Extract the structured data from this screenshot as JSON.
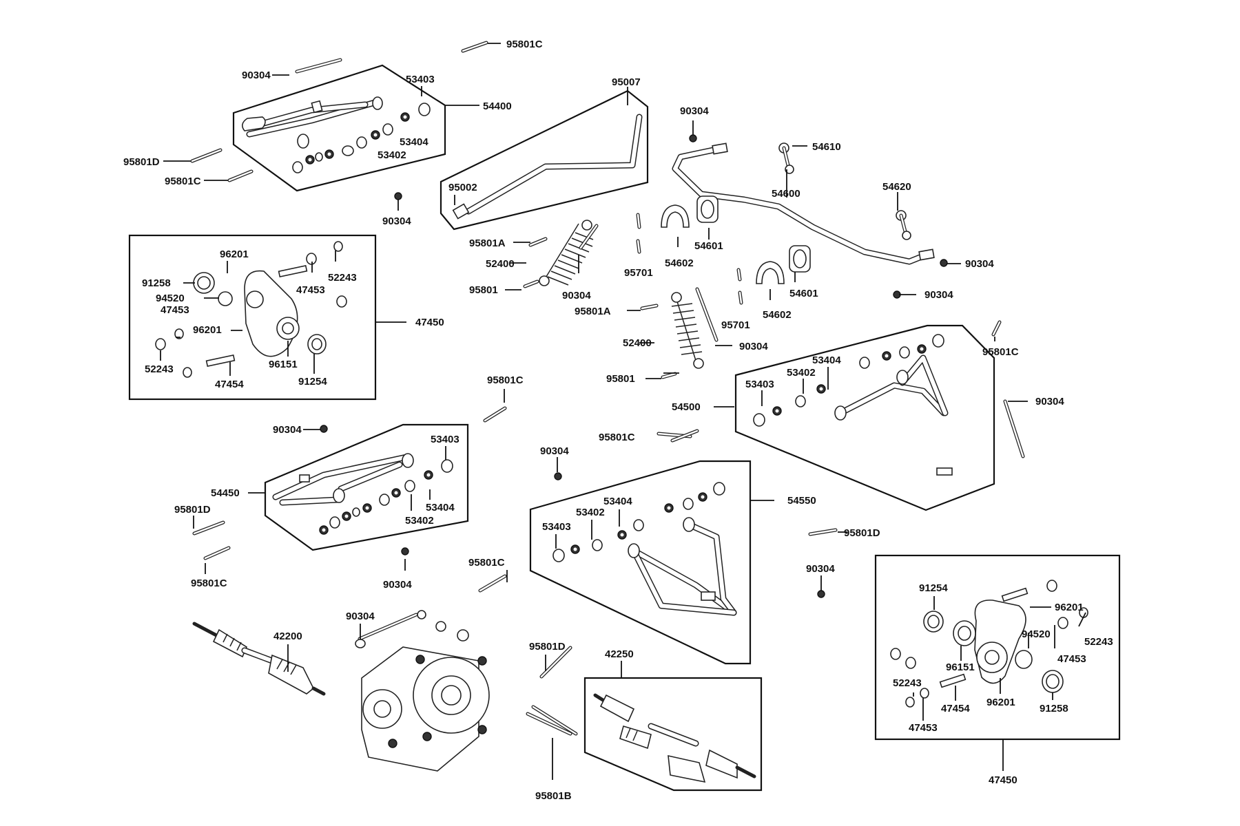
{
  "labels": {
    "l_95801c_top": "95801C",
    "l_90304_tl": "90304",
    "l_53403_ua": "53403",
    "l_54400": "54400",
    "l_53404_ua": "53404",
    "l_53402_ua": "53402",
    "l_95801d_tl": "95801D",
    "l_95801c_tl": "95801C",
    "l_90304_ul": "90304",
    "l_95007": "95007",
    "l_95002": "95002",
    "l_90304_sb": "90304",
    "l_54610": "54610",
    "l_54600": "54600",
    "l_54620": "54620",
    "l_54601_a": "54601",
    "l_54602_a": "54602",
    "l_95701_a": "95701",
    "l_90304_sbr": "90304",
    "l_90304_r2": "90304",
    "l_54601_b": "54601",
    "l_54602_b": "54602",
    "l_95701_b": "95701",
    "l_95801a_1": "95801A",
    "l_52400_1": "52400",
    "l_95801_1": "95801",
    "l_90304_shk1": "90304",
    "l_95801a_2": "95801A",
    "l_52400_2": "52400",
    "l_90304_shk2": "90304",
    "l_95801_2": "95801",
    "l_96201_l1": "96201",
    "l_91258_l": "91258",
    "l_52243_l1": "52243",
    "l_47453_l1": "47453",
    "l_94520_l": "94520",
    "l_47453_l2": "47453",
    "l_96201_l2": "96201",
    "l_47450_l": "47450",
    "l_52243_l2": "52243",
    "l_47454_l": "47454",
    "l_96151_l": "96151",
    "l_91254_l": "91254",
    "l_95801c_r": "95801C",
    "l_54500": "54500",
    "l_53404_r": "53404",
    "l_53402_r": "53402",
    "l_53403_r": "53403",
    "l_90304_r3": "90304",
    "l_95801c_mid": "95801C",
    "l_90304_ll": "90304",
    "l_53403_ll": "53403",
    "l_54450": "54450",
    "l_53404_ll": "53404",
    "l_53402_ll": "53402",
    "l_95801d_ll": "95801D",
    "l_95801c_ll": "95801C",
    "l_90304_ll2": "90304",
    "l_95801c_ll2": "95801C",
    "l_95801c_mid2": "95801C",
    "l_90304_mid2": "90304",
    "l_53404_lr": "53404",
    "l_53402_lr": "53402",
    "l_53403_lr": "53403",
    "l_54550": "54550",
    "l_95801d_mr": "95801D",
    "l_90304_mr": "90304",
    "l_42200": "42200",
    "l_90304_diff": "90304",
    "l_95801d_bot": "95801D",
    "l_42250": "42250",
    "l_95801b": "95801B",
    "l_91254_r": "91254",
    "l_96201_r1": "96201",
    "l_94520_r": "94520",
    "l_52243_r1": "52243",
    "l_96151_r": "96151",
    "l_47453_r1": "47453",
    "l_52243_r2": "52243",
    "l_47454_r": "47454",
    "l_96201_r2": "96201",
    "l_91258_r": "91258",
    "l_47453_r2": "47453",
    "l_47450_r": "47450"
  }
}
